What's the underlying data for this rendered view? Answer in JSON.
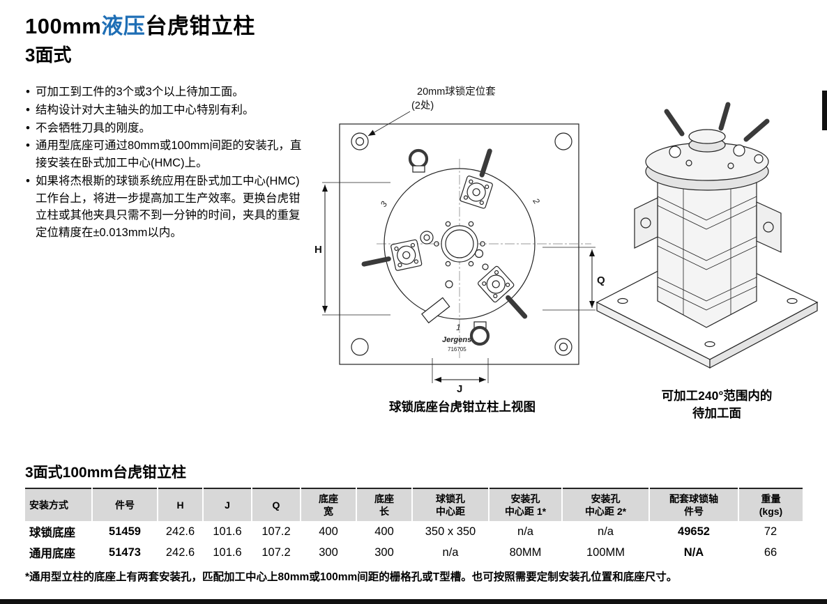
{
  "colors": {
    "accent_blue": "#1e6eb5",
    "header_gray": "#d8d8d8"
  },
  "header": {
    "title_size": "100mm",
    "title_highlight": "液压",
    "title_rest": "台虎钳立柱",
    "subtitle": "3面式"
  },
  "bullets": [
    "可加工到工件的3个或3个以上待加工面。",
    "结构设计对大主轴头的加工中心特别有利。",
    "不会牺牲刀具的刚度。",
    "通用型底座可通过80mm或100mm间距的安装孔，直接安装在卧式加工中心(HMC)上。",
    "如果将杰根斯的球锁系统应用在卧式加工中心(HMC)工作台上，将进一步提高加工生产效率。更换台虎钳立柱或其他夹具只需不到一分钟的时间，夹具的重复定位精度在±0.013mm以内。"
  ],
  "top_view": {
    "callout_line1": "20mm球锁定位套",
    "callout_line2": "(2处)",
    "dim_h": "H",
    "dim_q": "Q",
    "dim_j": "J",
    "face_1": "1",
    "face_2": "2",
    "face_3": "3",
    "logo": "Jergens",
    "part_no": "716705",
    "caption": "球锁底座台虎钳立柱上视图"
  },
  "iso_view": {
    "caption_line1": "可加工240°范围内的",
    "caption_line2": "待加工面"
  },
  "table": {
    "title": "3面式100mm台虎钳立柱",
    "headers": [
      "安装方式",
      "件号",
      "H",
      "J",
      "Q",
      "底座\n宽",
      "底座\n长",
      "球锁孔\n中心距",
      "安装孔\n中心距 1*",
      "安装孔\n中心距 2*",
      "配套球锁轴\n件号",
      "重量\n(kgs)"
    ],
    "rows": [
      [
        "球锁底座",
        "51459",
        "242.6",
        "101.6",
        "107.2",
        "400",
        "400",
        "350 x 350",
        "n/a",
        "n/a",
        "49652",
        "72"
      ],
      [
        "通用底座",
        "51473",
        "242.6",
        "101.6",
        "107.2",
        "300",
        "300",
        "n/a",
        "80MM",
        "100MM",
        "N/A",
        "66"
      ]
    ]
  },
  "footnote": "*通用型立柱的底座上有两套安装孔，匹配加工中心上80mm或100mm间距的栅格孔或T型槽。也可按照需要定制安装孔位置和底座尺寸。"
}
